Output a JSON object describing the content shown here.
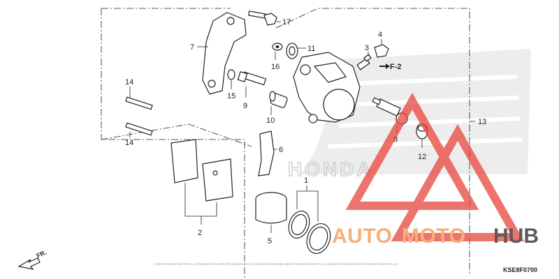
{
  "callouts": {
    "c1": "1",
    "c2": "2",
    "c3": "3",
    "c4": "4",
    "c5": "5",
    "c6": "6",
    "c7": "7",
    "c8": "8",
    "c9": "9",
    "c10": "10",
    "c11": "11",
    "c12": "12",
    "c13": "13",
    "c14a": "14",
    "c14b": "14",
    "c15": "15",
    "c16": "16",
    "c17": "17"
  },
  "ref_mark": "F-2",
  "forward_label": "FR.",
  "diagram_code": "KSE8F0700",
  "brand_mark": "HONDA",
  "copyright": "(c) 2002-2015 American Honda Motor Co., Inc. Reproduction of the contents of this publication in whole or in part without the express written approval of American Honda Motor Co., Inc. is prohibited. Reproduced under license from American Honda Motor Co., Inc.",
  "watermark": {
    "auto": "AUTO",
    "moto": "MOTO",
    "hub": "HUB"
  },
  "colors": {
    "line": "#222222",
    "watermark_red": "#e8463c",
    "watermark_orange": "#f3b07c",
    "watermark_gray": "#5a5a5a"
  }
}
